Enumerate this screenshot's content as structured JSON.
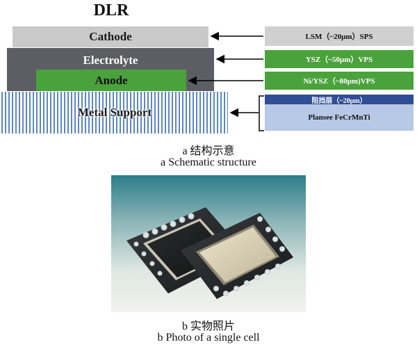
{
  "diagram": {
    "title": "DLR",
    "layers": {
      "cathode": "Cathode",
      "electrolyte": "Electrolyte",
      "anode": "Anode",
      "metal_support": "Metal Support"
    },
    "labels": {
      "lsm": "LSM（~20μm）SPS",
      "ysz": "YSZ（~50μm）VPS",
      "ni_ysz": "Ni/YSZ（~80μm)VPS",
      "barrier": "阻挡层（~20μm）",
      "plansee": "Plansee FeCrMnTi"
    },
    "caption_a_cn": "a  结构示意",
    "caption_a_en": "a   Schematic structure"
  },
  "photo": {
    "caption_b_cn": "b  实物照片",
    "caption_b_en": "b  Photo of a single cell"
  },
  "colors": {
    "cathode": "#c9c9c9",
    "electrolyte": "#5d5d64",
    "anode": "#4aa23c",
    "metal_support_stripe": "#5b86c7",
    "barrier": "#2f4e97",
    "plansee": "#b7c9e6"
  }
}
